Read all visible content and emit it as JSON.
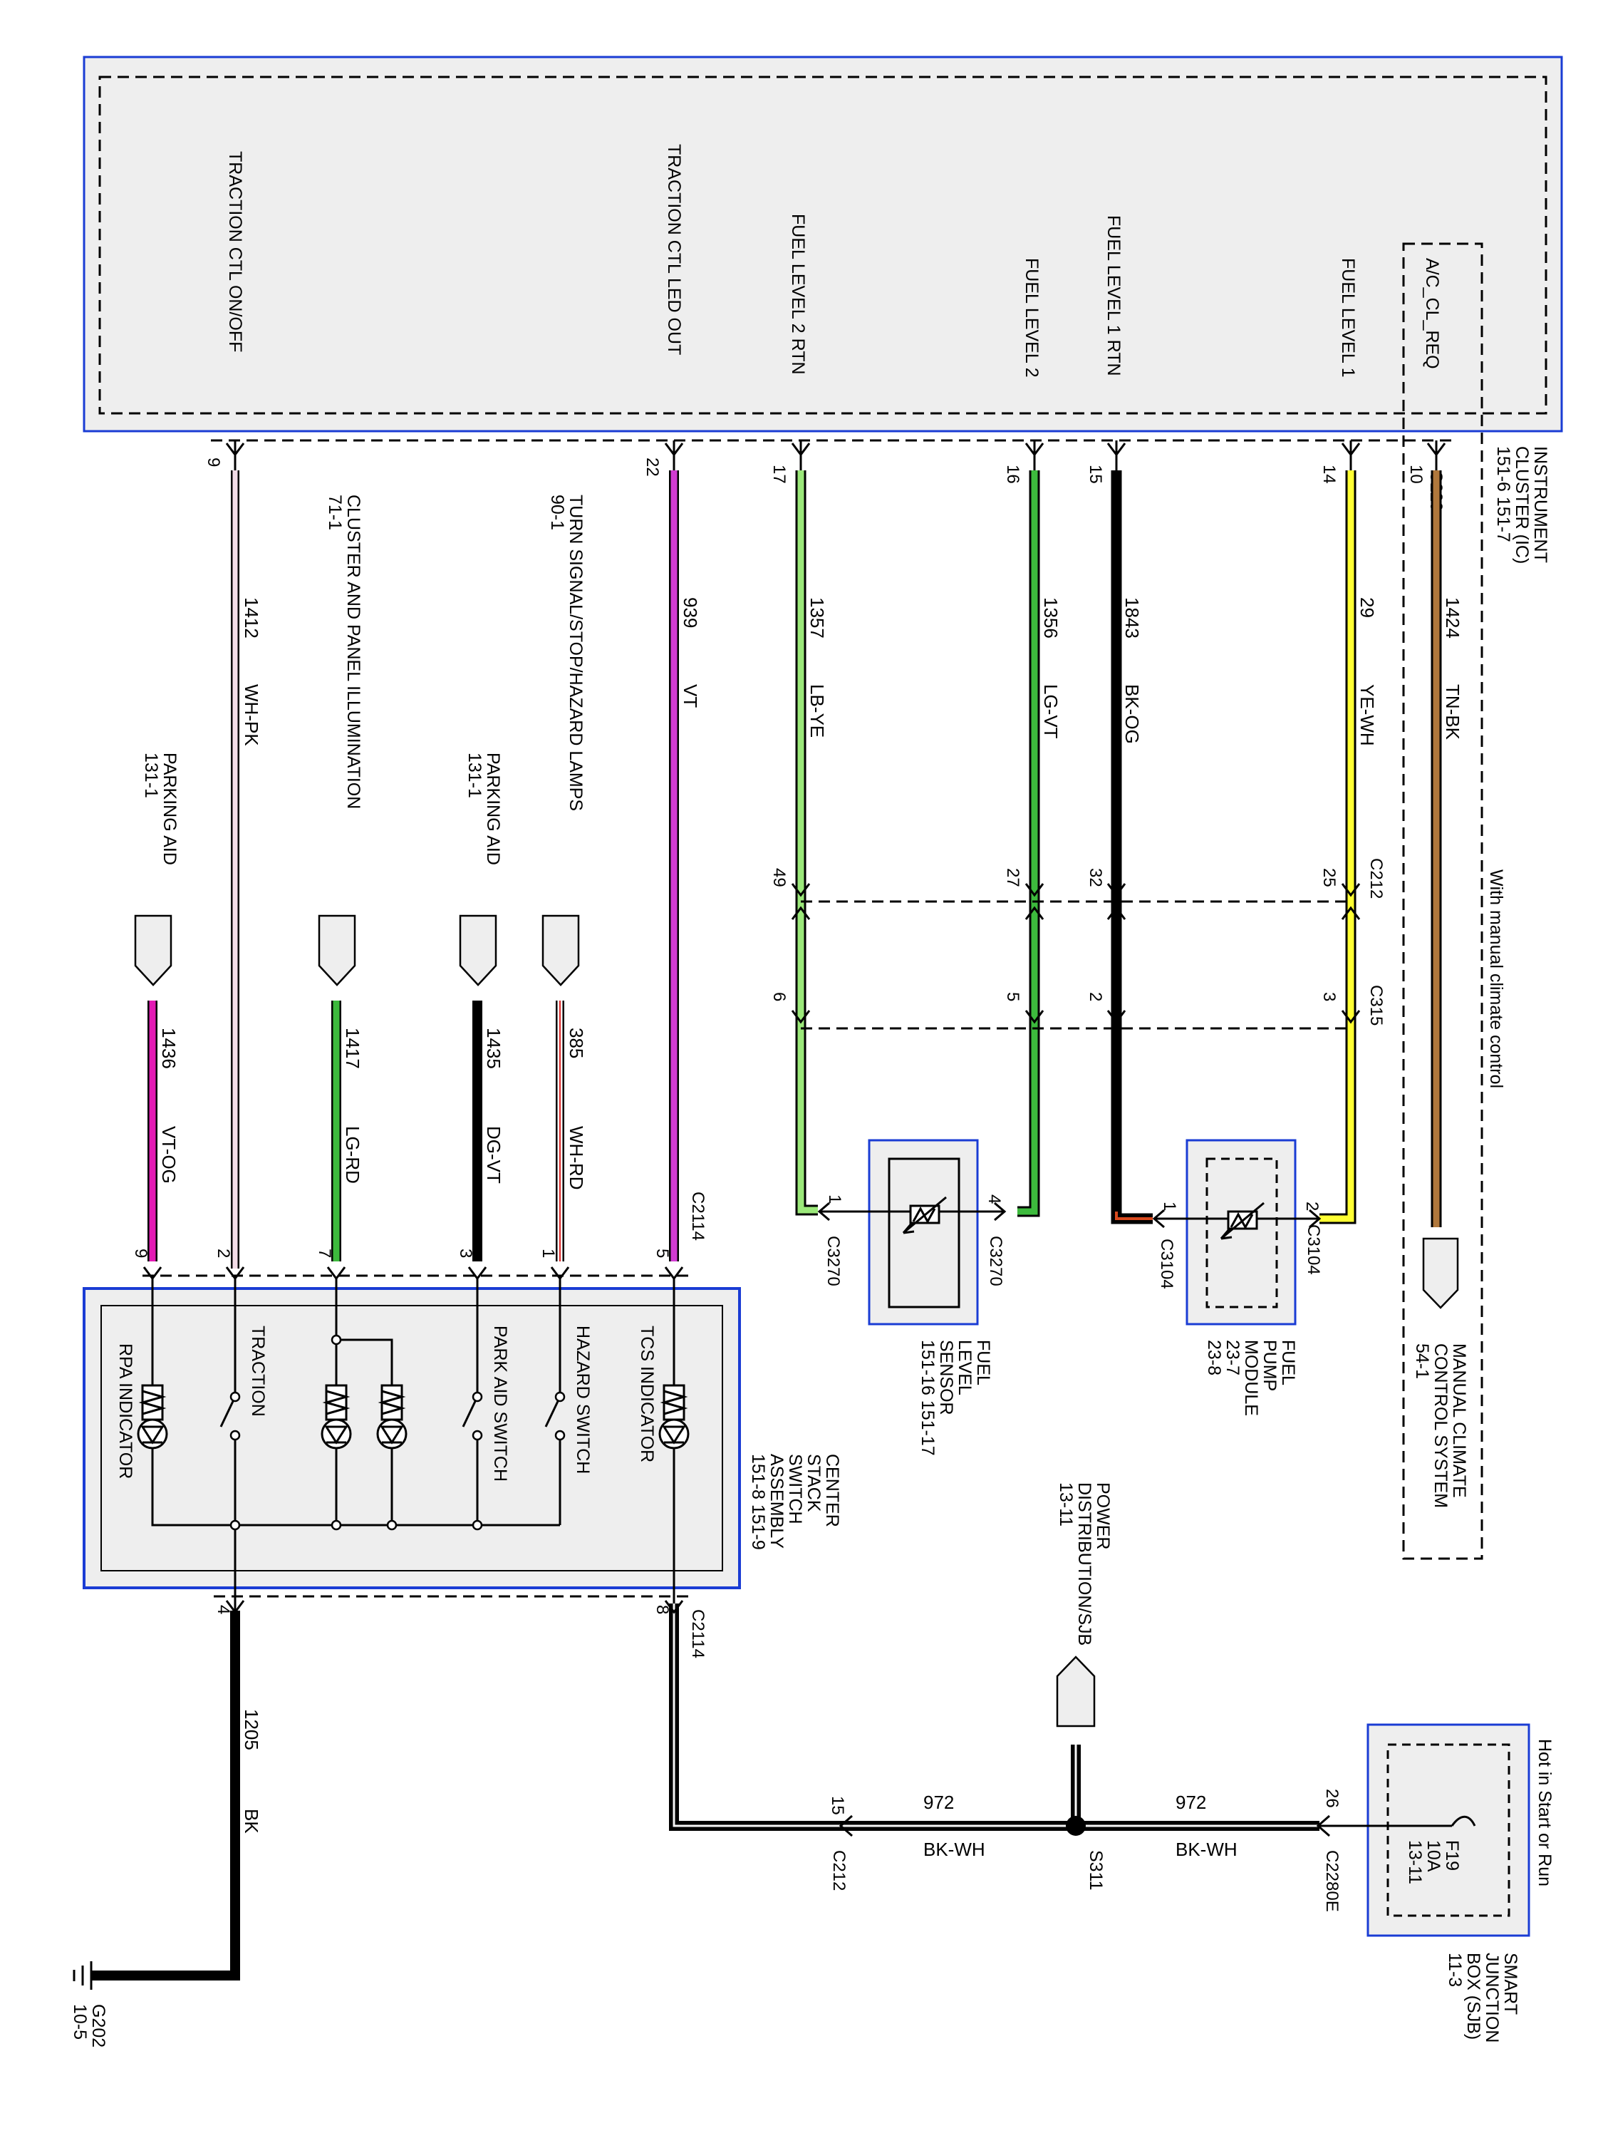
{
  "instrument_cluster": {
    "name_lines": [
      "INSTRUMENT",
      "CLUSTER (IC)",
      "151-6    151-7"
    ],
    "connector": "C220",
    "signals": [
      "TRACTION CTL ON/OFF",
      "TRACTION CTL LED OUT",
      "FUEL LEVEL 2 RTN",
      "FUEL LEVEL 2",
      "FUEL LEVEL 1 RTN",
      "FUEL LEVEL 1",
      "A/C_CL_REQ"
    ],
    "pins": [
      "9",
      "22",
      "17",
      "16",
      "15",
      "14",
      "10"
    ]
  },
  "wires": [
    {
      "circuit": "1412",
      "color": "WH-PK"
    },
    {
      "circuit": "939",
      "color": "VT"
    },
    {
      "circuit": "1357",
      "color": "LB-YE"
    },
    {
      "circuit": "1356",
      "color": "LG-VT"
    },
    {
      "circuit": "1843",
      "color": "BK-OG"
    },
    {
      "circuit": "29",
      "color": "YE-WH"
    },
    {
      "circuit": "1424",
      "color": "TN-BK"
    },
    {
      "circuit": "1436",
      "color": "VT-OG"
    },
    {
      "circuit": "1417",
      "color": "LG-RD"
    },
    {
      "circuit": "1435",
      "color": "DG-VT"
    },
    {
      "circuit": "385",
      "color": "WH-RD"
    },
    {
      "circuit": "1205",
      "color": "BK"
    },
    {
      "circuit": "972",
      "color": "BK-WH"
    },
    {
      "circuit": "972",
      "color": "BK-WH"
    }
  ],
  "wire_colors": {
    "WH-PK": "#f4f4f4",
    "VT": "#d23bd2",
    "LB-YE": "#8cc8ee",
    "LG-VT": "#3dba3d",
    "BK-OG": "#111111",
    "YE-WH": "#ffff33",
    "TN-BK": "#b0783c",
    "VT-OG": "#e31ab4",
    "LG-RD": "#3dba3d",
    "DG-VT": "#111111",
    "WH-RD": "#ffffff",
    "BK": "#000000",
    "BK-WH": "#000000"
  },
  "refs": {
    "parking_aid_1": [
      "PARKING AID",
      "131-1"
    ],
    "cluster_panel": [
      "CLUSTER AND PANEL ILLUMINATION",
      "71-1"
    ],
    "parking_aid_2": [
      "PARKING AID",
      "131-1"
    ],
    "turn_signal": [
      "TURN SIGNAL/STOP/HAZARD LAMPS",
      "90-1"
    ],
    "power_dist": [
      "POWER",
      "DISTRIBUTION/SJB",
      "13-11"
    ]
  },
  "connectors": {
    "c212": "C212",
    "c315": "C315",
    "c212_pins": [
      "49",
      "27",
      "32",
      "25"
    ],
    "c315_pins": [
      "6",
      "5",
      "2",
      "3"
    ],
    "c2114_top": "C2114",
    "c2114_bottom": "C2114",
    "c2114_top_pins": [
      "9",
      "2",
      "7",
      "3",
      "1",
      "5"
    ],
    "c2114_bottom_pins": [
      "4",
      "8"
    ],
    "c3270_a": "C3270",
    "c3270_b": "C3270",
    "c3270_pins": [
      "1",
      "4"
    ],
    "c3104_a": "C3104",
    "c3104_b": "C3104",
    "c3104_pins": [
      "1",
      "2"
    ],
    "c212_lower": "C212",
    "c212_lower_pin": "15",
    "c2280e": "C2280E",
    "c2280e_pin": "26"
  },
  "manual_climate": {
    "note": "With manual climate control",
    "name_lines": [
      "MANUAL CLIMATE",
      "CONTROL SYSTEM",
      "54-1"
    ]
  },
  "fuel_sensor": {
    "name_lines": [
      "FUEL",
      "LEVEL",
      "SENSOR",
      "151-16  151-17"
    ]
  },
  "fuel_pump": {
    "name_lines": [
      "FUEL",
      "PUMP",
      "MODULE",
      "23-7",
      "23-8"
    ]
  },
  "center_stack": {
    "name_lines": [
      "CENTER",
      "STACK",
      "SWITCH",
      "ASSEMBLY",
      "151-8    151-9"
    ],
    "components": [
      "RPA INDICATOR",
      "TRACTION",
      "PARK AID SWITCH",
      "HAZARD SWITCH",
      "TCS INDICATOR"
    ]
  },
  "splice": "S311",
  "ground": [
    "G202",
    "10-5"
  ],
  "sjb": {
    "hot_note": "Hot in Start or Run",
    "fuse": [
      "F19",
      "10A",
      "13-11"
    ],
    "name_lines": [
      "SMART",
      "JUNCTION",
      "BOX (SJB)",
      "11-3"
    ]
  }
}
